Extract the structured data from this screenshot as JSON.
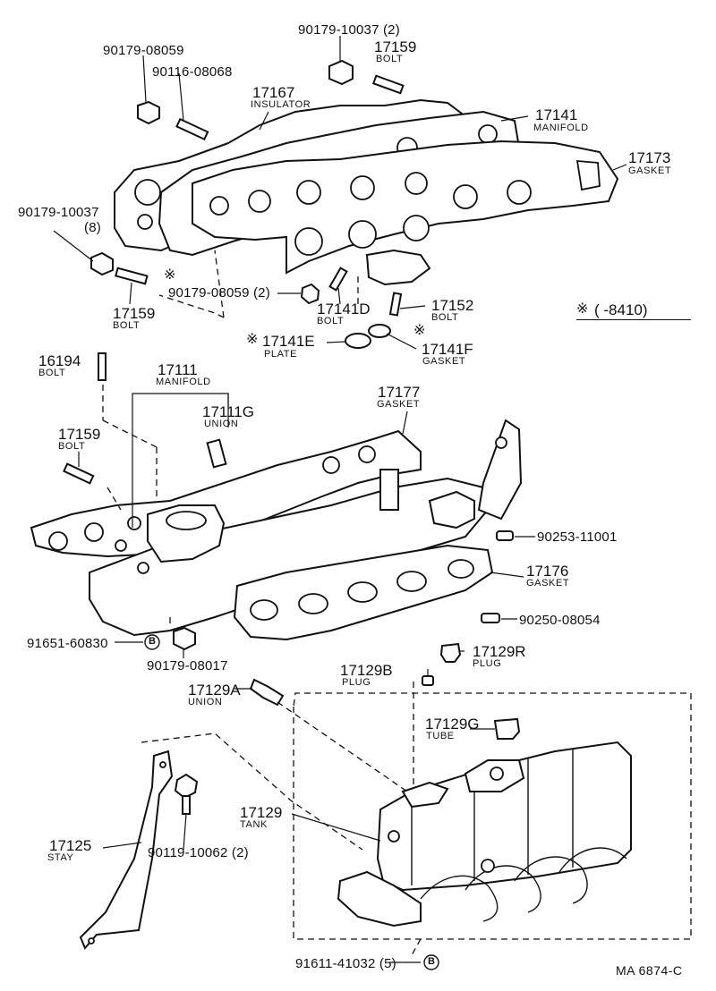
{
  "parts": {
    "p90179_10037_2": "90179-10037 (2)",
    "p17159_top": "17159",
    "bolt_top": "BOLT",
    "p90179_08059": "90179-08059",
    "p90116_08068": "90116-08068",
    "p17167": "17167",
    "insulator": "INSULATOR",
    "p17141": "17141",
    "manifold_top": "MANIFOLD",
    "p17173": "17173",
    "gasket_17173": "GASKET",
    "p90179_10037_8a": "90179-10037",
    "p90179_10037_8b": "(8)",
    "p17159_mid": "17159",
    "bolt_mid": "BOLT",
    "p90179_08059_2": "90179-08059 (2)",
    "p17141D": "17141D",
    "bolt_d": "BOLT",
    "p17152": "17152",
    "bolt_17152": "BOLT",
    "note_range": "(        -8410)",
    "p17141E": "17141E",
    "plate": "PLATE",
    "p17141F": "17141F",
    "gasket_f": "GASKET",
    "p16194": "16194",
    "bolt_16194": "BOLT",
    "p17111": "17111",
    "manifold_17111": "MANIFOLD",
    "p17177": "17177",
    "gasket_17177": "GASKET",
    "p17111G": "17111G",
    "union_g": "UNION",
    "p17159_low": "17159",
    "bolt_low": "BOLT",
    "p90253_11001": "90253-11001",
    "p17176": "17176",
    "gasket_17176": "GASKET",
    "p90250_08054": "90250-08054",
    "p91651_60830": "91651-60830",
    "p90179_08017": "90179-08017",
    "p17129R": "17129R",
    "plug_r": "PLUG",
    "p17129B": "17129B",
    "plug_b": "PLUG",
    "p17129A": "17129A",
    "union_a": "UNION",
    "p17129G": "17129G",
    "tube": "TUBE",
    "p17129": "17129",
    "tank": "TANK",
    "p17125": "17125",
    "stay": "STAY",
    "p90119_10062": "90119-10062 (2)",
    "p91611_41032": "91611-41032 (5)"
  },
  "markers": {
    "note_symbol": "※",
    "circle_b": "B"
  },
  "figure_code": "MA  6874-C"
}
